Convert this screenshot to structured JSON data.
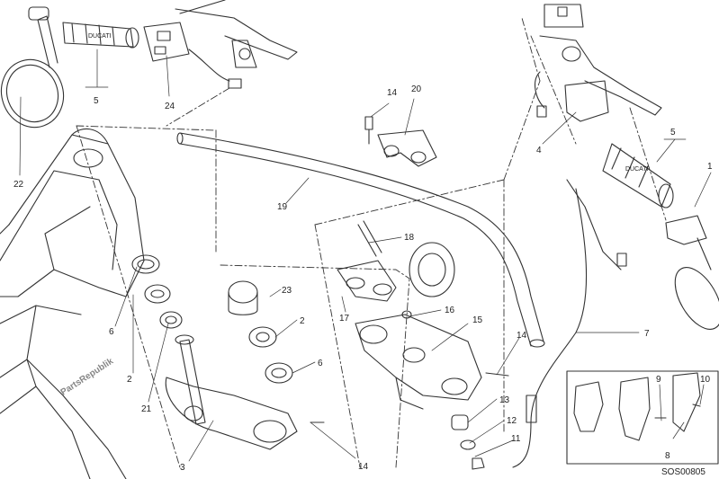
{
  "diagram": {
    "watermark": "PartsRepublik",
    "code": "SOS00805",
    "callouts": {
      "c1": "1",
      "c2a": "2",
      "c2b": "2",
      "c3": "3",
      "c4": "4",
      "c5a": "5",
      "c5b": "5",
      "c6a": "6",
      "c6b": "6",
      "c7": "7",
      "c8": "8",
      "c9": "9",
      "c10": "10",
      "c11": "11",
      "c12": "12",
      "c13": "13",
      "c14a": "14",
      "c14b": "14",
      "c14c": "14",
      "c15": "15",
      "c16": "16",
      "c17": "17",
      "c18": "18",
      "c19": "19",
      "c20": "20",
      "c21": "21",
      "c22": "22",
      "c23": "23",
      "c24": "24"
    }
  }
}
